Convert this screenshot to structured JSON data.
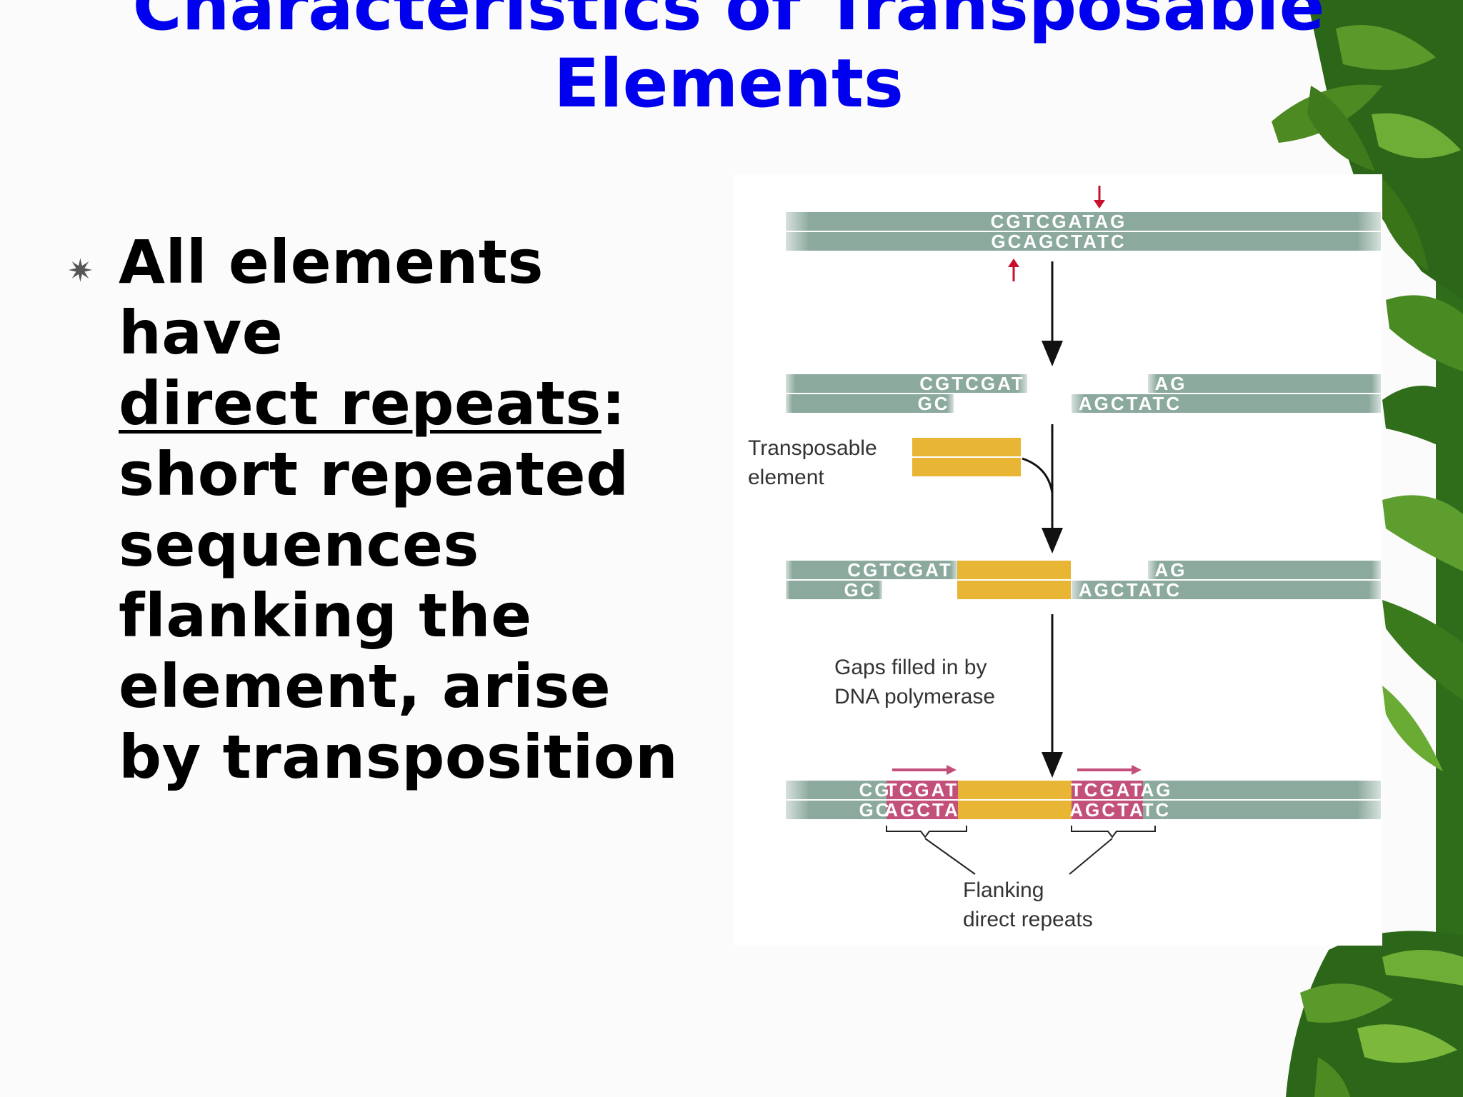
{
  "slide": {
    "title_line1": "Characteristics of Transposable",
    "title_line2": "Elements",
    "bullet": {
      "icon": "starburst-bullet-icon",
      "line1": "All elements",
      "line2": "have",
      "term": "direct repeats",
      "colon": ":",
      "line4": "short repeated",
      "line5": "sequences",
      "line6": "flanking the",
      "line7": "element, arise",
      "line8": "by transposition"
    }
  },
  "figure": {
    "colors": {
      "dna": "#8ca99d",
      "transposon": "#e8b534",
      "repeat": "#c3507a",
      "cut_arrow": "#c8102e",
      "dna_text": "#ffffff",
      "label_text": "#333333"
    },
    "step1": {
      "top": "CGTCGATAG",
      "bottom": "GCAGCTATC"
    },
    "step2": {
      "top_left": "CGTCGAT",
      "top_right": "AG",
      "bottom_left": "GC",
      "bottom_right": "AGCTATC"
    },
    "transposable_label_1": "Transposable",
    "transposable_label_2": "element",
    "step3": {
      "top_left": "CGTCGAT",
      "top_right": "AG",
      "bottom_left": "GC",
      "bottom_right": "AGCTATC"
    },
    "gaps_label_1": "Gaps filled in by",
    "gaps_label_2": "DNA polymerase",
    "step4": {
      "top_left_plain": "CG",
      "top_left_repeat": "TCGAT",
      "top_right_repeat": "TCGAT",
      "top_right_plain": "AG",
      "bottom_left_plain": "GC",
      "bottom_left_repeat": "AGCTA",
      "bottom_right_repeat": "AGCTA",
      "bottom_right_plain": "TC"
    },
    "flanking_label_1": "Flanking",
    "flanking_label_2": "direct repeats"
  }
}
